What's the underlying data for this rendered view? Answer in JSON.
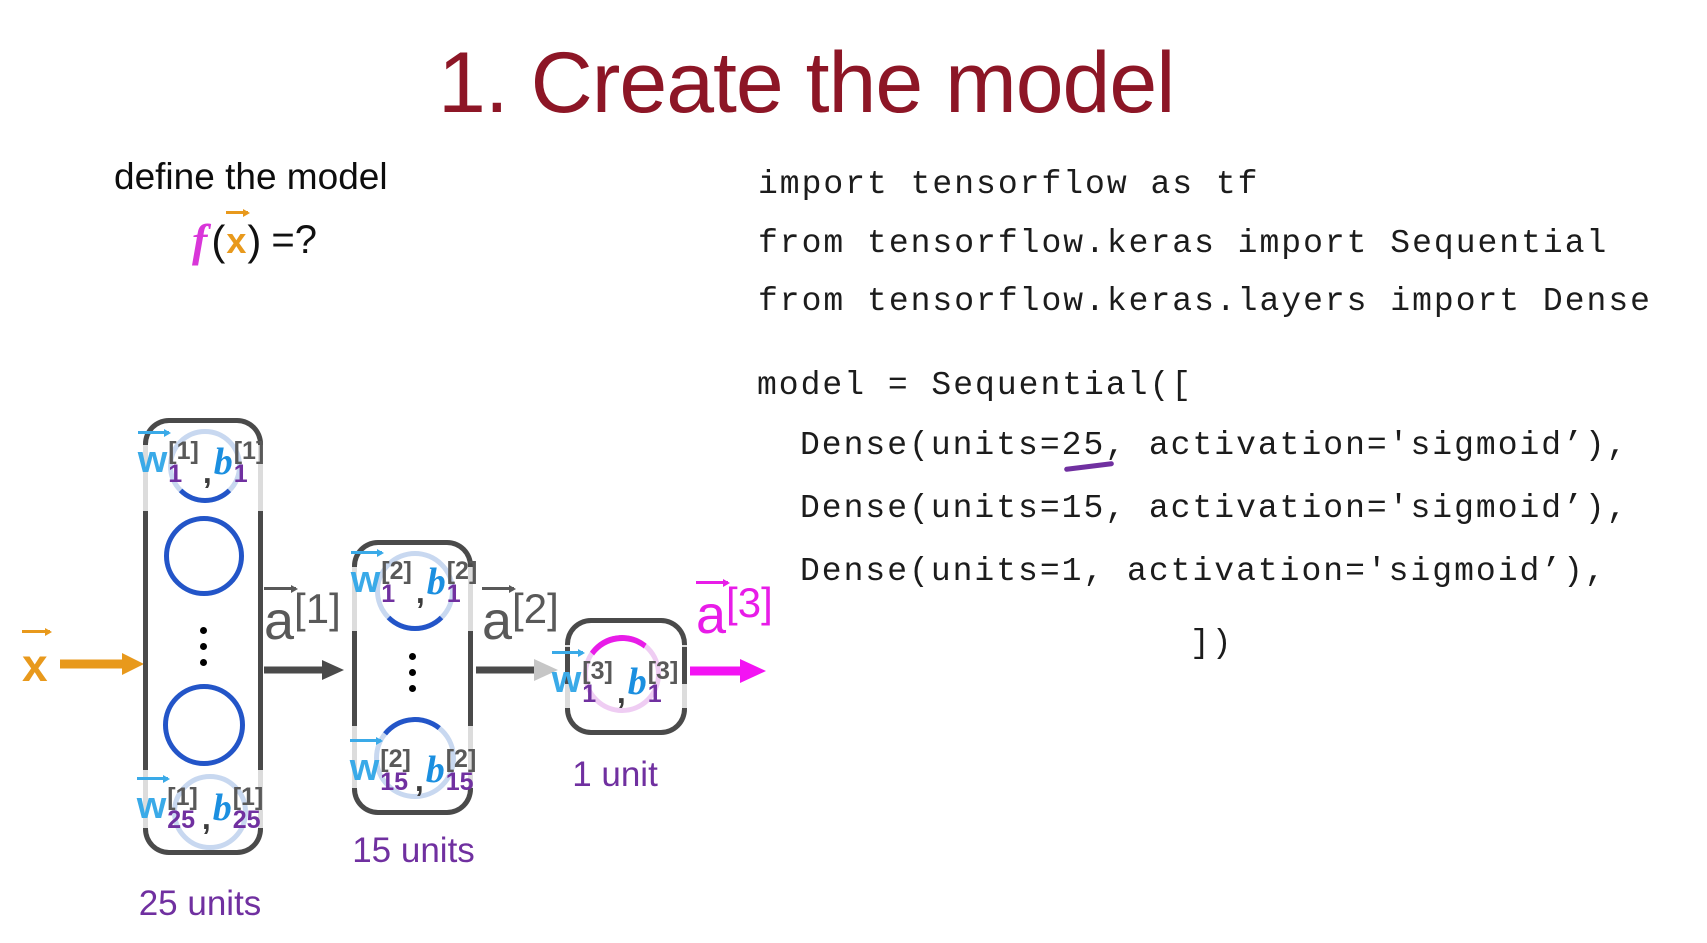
{
  "slide": {
    "title": "1. Create the model",
    "heading": "define the model",
    "formula": {
      "f": "f",
      "lparen": "(",
      "x": "x",
      "rparen": ")",
      "equals": "=?"
    }
  },
  "code": {
    "line1": "import tensorflow as tf",
    "line2": "from tensorflow.keras import Sequential",
    "line3": "from tensorflow.keras.layers import Dense",
    "line4": "model = Sequential([",
    "line5": "Dense(units=25, activation='sigmoid’),",
    "line6": "Dense(units=15, activation='sigmoid’),",
    "line7": "Dense(units=1, activation='sigmoid’),",
    "line8": "])"
  },
  "diagram": {
    "input": {
      "symbol": "x"
    },
    "a1": {
      "letter": "a",
      "sup": "[1]"
    },
    "a2": {
      "letter": "a",
      "sup": "[2]"
    },
    "a3": {
      "letter": "a",
      "sup": "[3]"
    },
    "layer1": {
      "top": {
        "w": "w",
        "wsup": "[1]",
        "wsub": "1",
        "comma": ",",
        "b": "b",
        "bsup": "[1]",
        "bsub": "1"
      },
      "bottom": {
        "w": "w",
        "wsup": "[1]",
        "wsub": "25",
        "comma": ",",
        "b": "b",
        "bsup": "[1]",
        "bsub": "25"
      },
      "units": "25 units"
    },
    "layer2": {
      "top": {
        "w": "w",
        "wsup": "[2]",
        "wsub": "1",
        "comma": ",",
        "b": "b",
        "bsup": "[2]",
        "bsub": "1"
      },
      "bottom": {
        "w": "w",
        "wsup": "[2]",
        "wsub": "15",
        "comma": ",",
        "b": "b",
        "bsup": "[2]",
        "bsub": "15"
      },
      "units": "15 units"
    },
    "layer3": {
      "label": {
        "w": "w",
        "wsup": "[3]",
        "wsub": "1",
        "comma": ",",
        "b": "b",
        "bsup": "[3]",
        "bsub": "1"
      },
      "units": "1 unit"
    }
  },
  "colors": {
    "title-red": "#8d1626",
    "purple": "#7030a0",
    "orange": "#e8991c",
    "cyan-w": "#3aaae8",
    "blue-b": "#1b8fe0",
    "circle-blue": "#2355c8",
    "circle-faded": "#c8d8f0",
    "magenta": "#e81ce8",
    "arrow-magenta": "#f313f3",
    "pink-f": "#d936d9",
    "pink-faded": "#efcdf3",
    "label-gray": "#595959",
    "box-dark": "#4a4a4a",
    "box-light": "#dcdcdc",
    "code-black": "#1c1c1c"
  }
}
